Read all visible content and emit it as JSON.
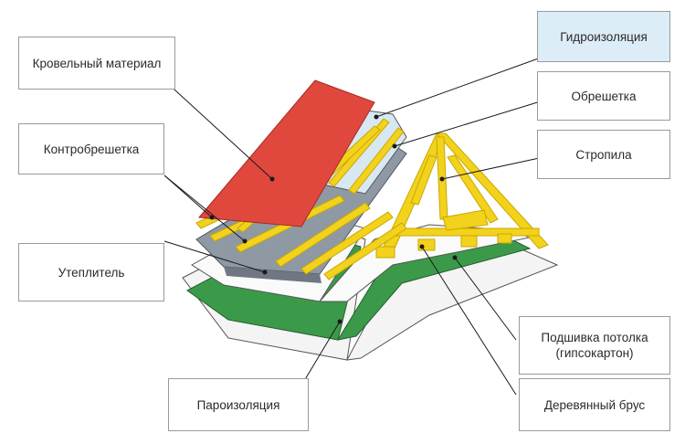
{
  "labels": {
    "roofing_material": "Кровельный материал",
    "waterproofing": "Гидроизоляция",
    "lathing": "Обрешетка",
    "counter_lathing": "Контробрешетка",
    "rafters": "Стропила",
    "insulation": "Утеплитель",
    "ceiling_lining_line1": "Подшивка потолка",
    "ceiling_lining_line2": "(гипсокартон)",
    "vapor_barrier": "Пароизоляция",
    "wooden_beam": "Деревянный брус"
  },
  "colors": {
    "roofing": "#e0483e",
    "waterproofing": "#d8e8f2",
    "counter_lathing_membrane": "#8e99a4",
    "timber": "#f2d21c",
    "timber_edge": "#c9a800",
    "vapor_barrier": "#3b9a4a",
    "ceiling": "#f2f2f2",
    "leader_line": "#1a1a1a",
    "highlight_box": "#dcedf7"
  }
}
